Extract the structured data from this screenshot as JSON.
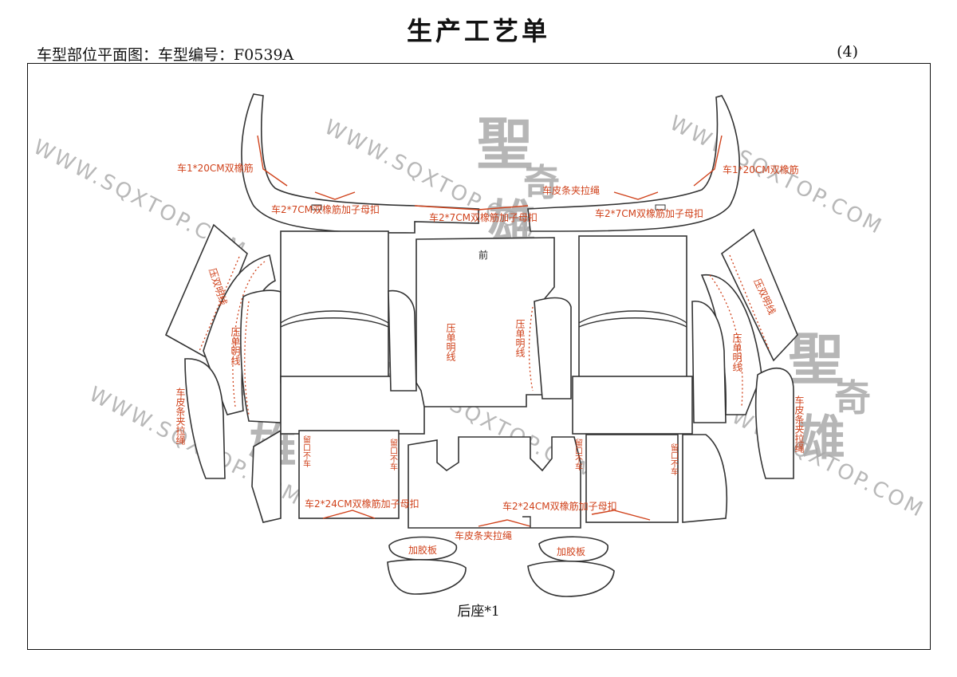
{
  "header": {
    "title": "生产工艺单",
    "subtitle": "车型部位平面图：车型编号：F0539A",
    "page_no": "(4)"
  },
  "labels": {
    "double_elastic_left": "车1*20CM双橡筋",
    "double_elastic_right": "车1*20CM双橡筋",
    "buckle_7cm_left": "车2*7CM双橡筋加子母扣",
    "buckle_7cm_mid": "车2*7CM双橡筋加子母扣",
    "buckle_7cm_right": "车2*7CM双橡筋加子母扣",
    "leather_strip_top": "车皮条夹拉绳",
    "front": "前",
    "double_stitch_left": "压双明线",
    "double_stitch_right": "压双明线",
    "single_stitch_1": "压单明线",
    "single_stitch_2": "压单明线",
    "single_stitch_3": "压单明线",
    "single_stitch_4": "压单明线",
    "leather_strip_left": "车皮条夹拉绳",
    "leather_strip_right": "车皮条夹拉绳",
    "opening_1": "留口不车",
    "opening_2": "留口不车",
    "opening_3": "留口不车",
    "opening_4": "留口不车",
    "buckle_24cm_left": "车2*24CM双橡筋加子母扣",
    "buckle_24cm_right": "车2*24CM双橡筋加子母扣",
    "leather_strip_bottom": "车皮条夹拉绳",
    "glue_board_left": "加胶板",
    "glue_board_right": "加胶板"
  },
  "watermark": {
    "url_text": "WWW.SQXTOP.COM",
    "brand_chars": [
      "聖",
      "奇",
      "雄"
    ]
  },
  "footer": {
    "caption": "后座*1"
  },
  "colors": {
    "annotation": "#d0421b",
    "outline": "#333333",
    "watermark": "#b8b8b8"
  }
}
